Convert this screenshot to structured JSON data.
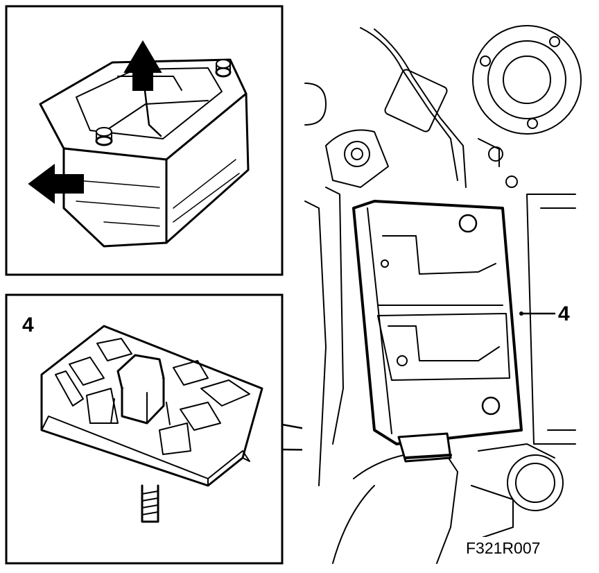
{
  "figure": {
    "code": "F321R007",
    "callout_label_detail": "4",
    "callout_label_main": "4"
  },
  "colors": {
    "ink": "#000000",
    "paper": "#ffffff"
  },
  "icons": {
    "lift_arrow": "arrow-up-icon",
    "slide_arrow": "arrow-left-icon"
  }
}
